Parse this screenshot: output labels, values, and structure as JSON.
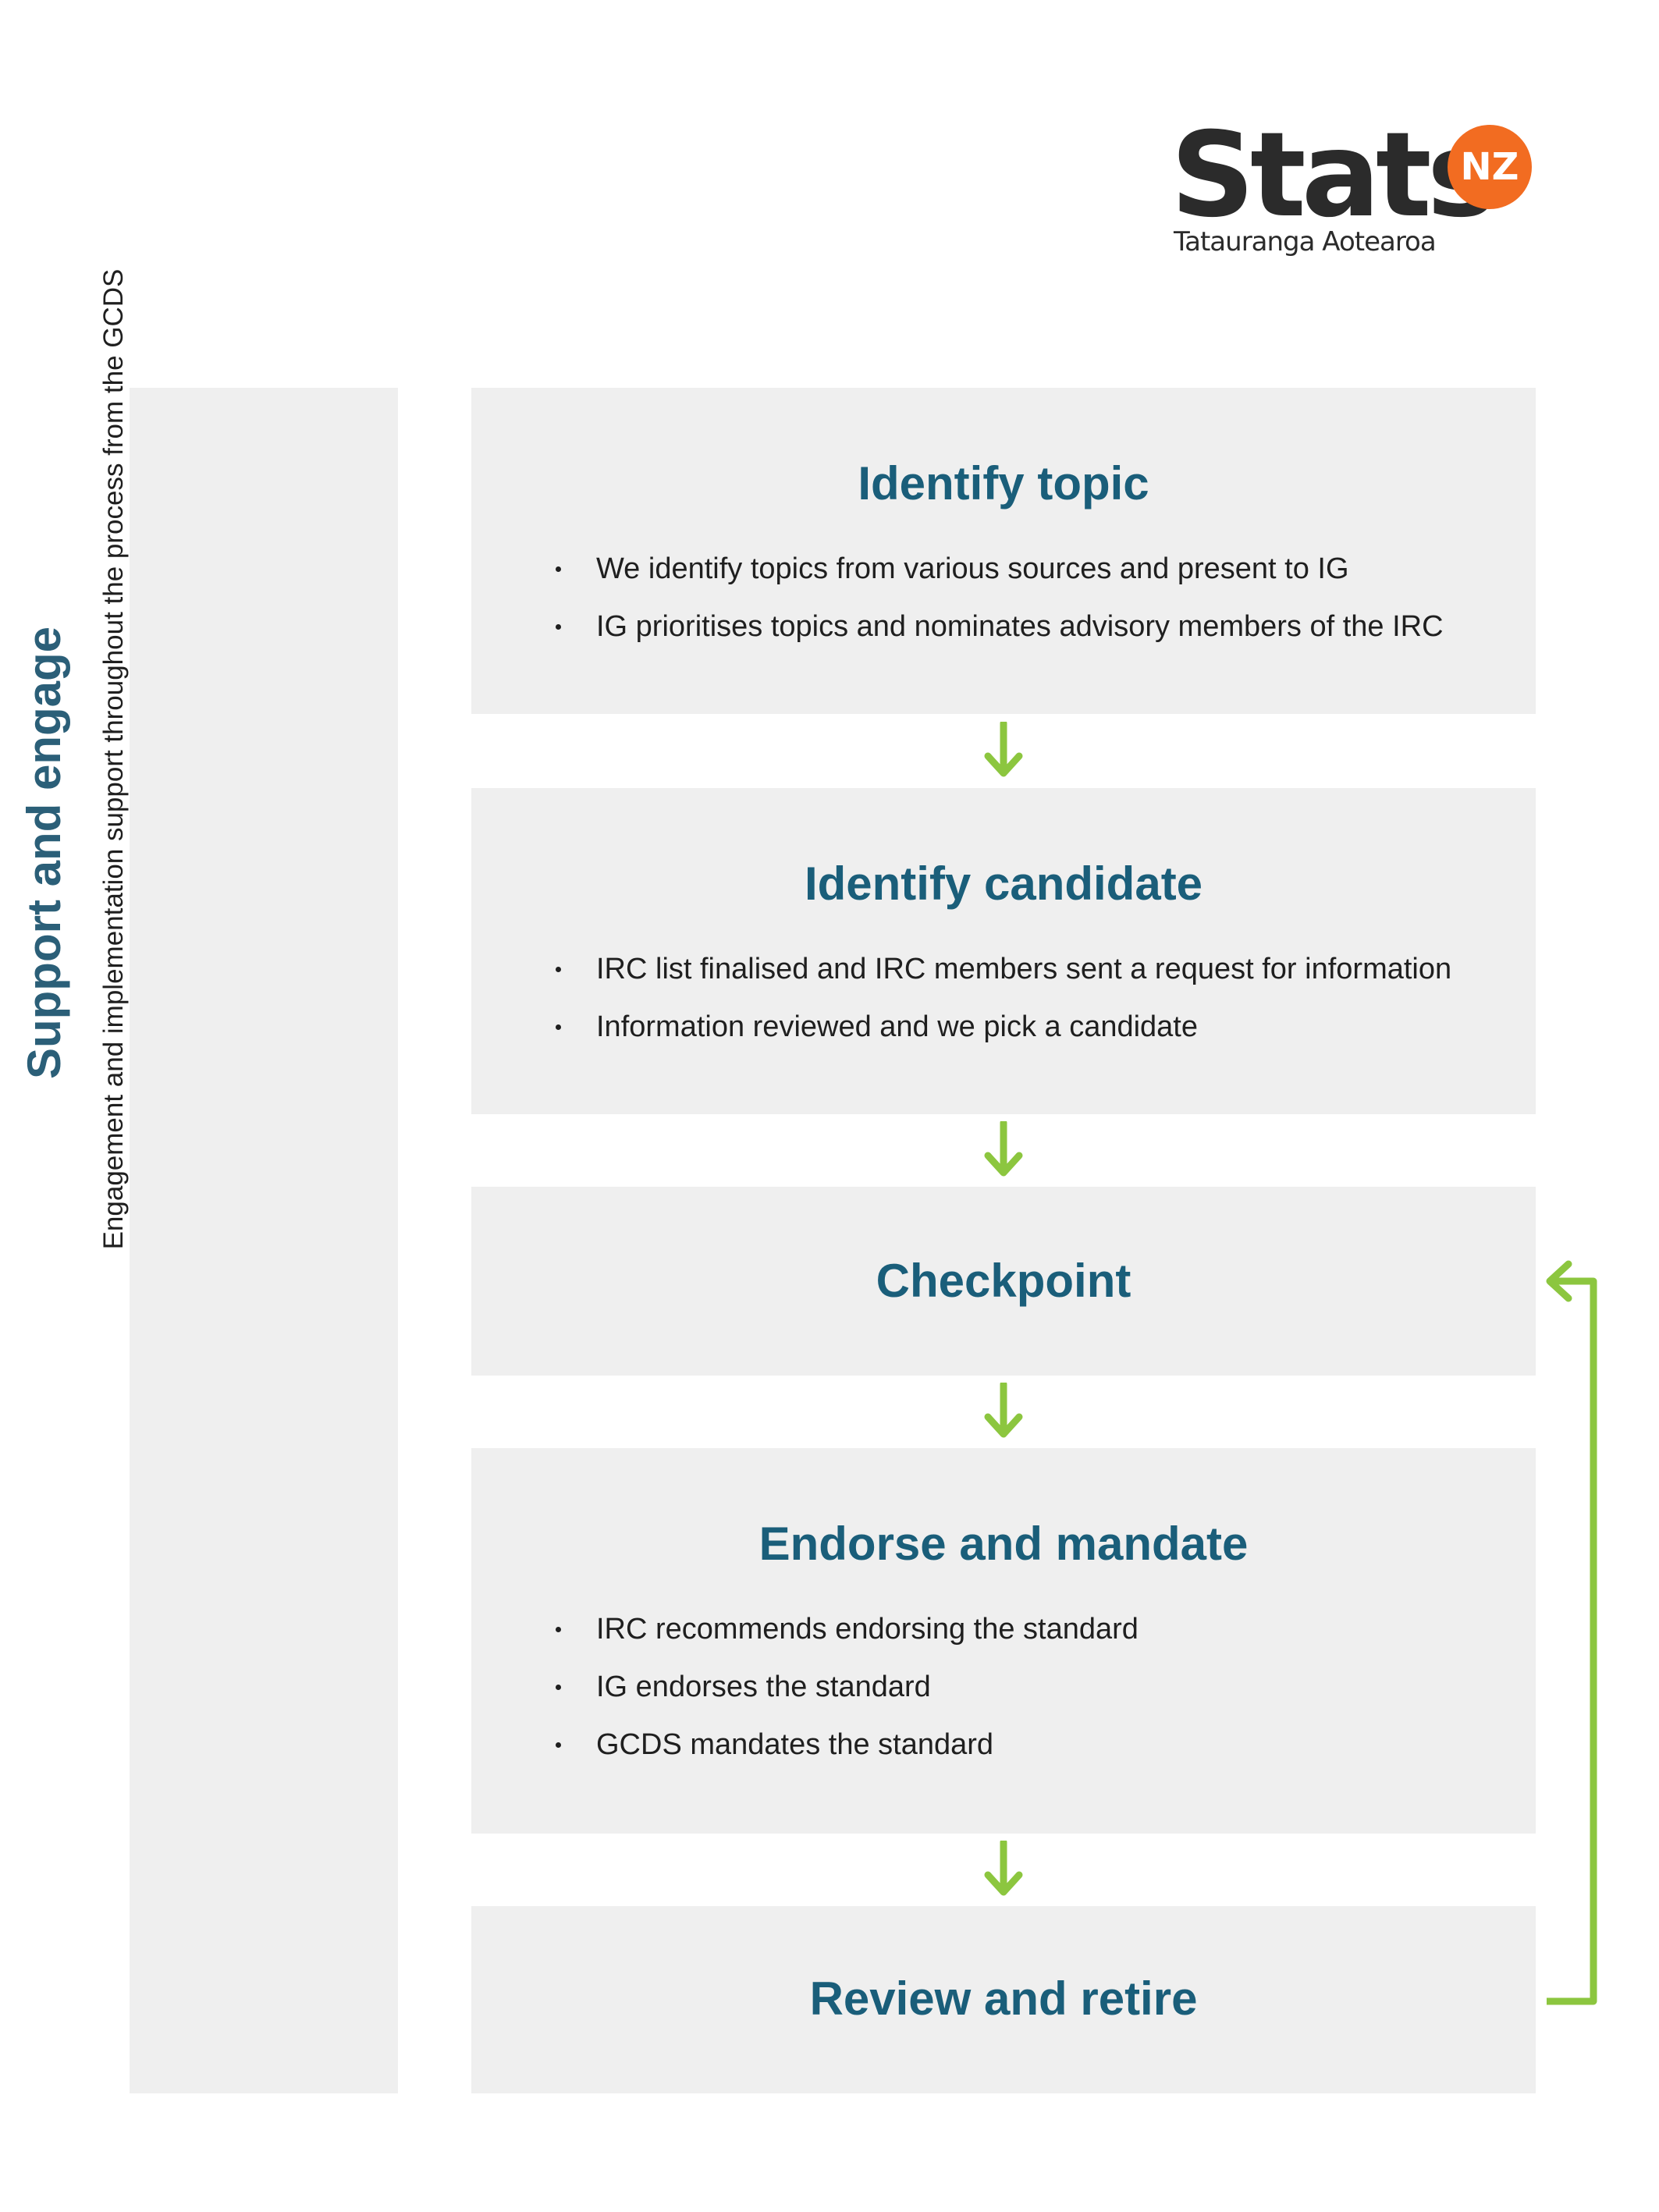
{
  "logo": {
    "word": "Stats",
    "badge": "NZ",
    "subtitle": "Tatauranga Aotearoa"
  },
  "side": {
    "title": "Support and engage",
    "subtitle": "Engagement and implementation support throughout the process from the GCDS"
  },
  "steps": [
    {
      "title": "Identify topic",
      "bullets": [
        "We identify topics from various sources and present to IG",
        "IG prioritises topics and nominates advisory members of the IRC"
      ]
    },
    {
      "title": "Identify candidate",
      "bullets": [
        "IRC list finalised and IRC members sent a request for information",
        "Information reviewed and we pick a candidate"
      ]
    },
    {
      "title": "Checkpoint",
      "bullets": []
    },
    {
      "title": "Endorse and mandate",
      "bullets": [
        "IRC recommends endorsing the standard",
        "IG endorses the standard",
        "GCDS mandates the standard"
      ]
    },
    {
      "title": "Review and retire",
      "bullets": []
    }
  ],
  "colors": {
    "accent_green": "#8cc63f",
    "title_blue": "#1a5e7a",
    "panel_gray": "#efefef",
    "logo_orange": "#f26c21"
  }
}
